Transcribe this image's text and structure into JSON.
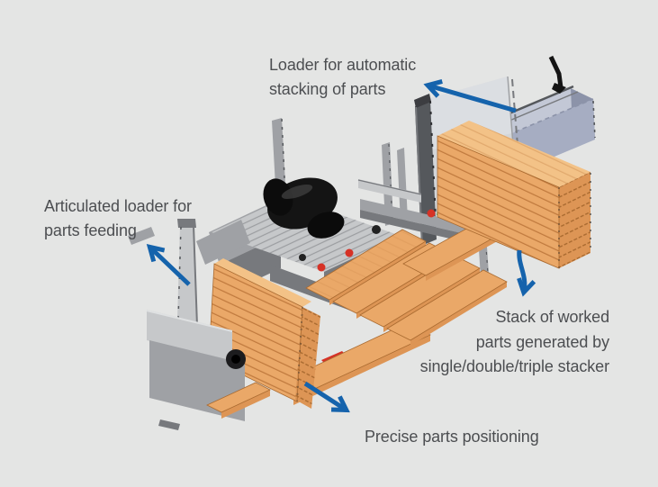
{
  "labels": {
    "loader_top": {
      "line1": "Loader for automatic",
      "line2": "stacking of parts"
    },
    "articulated": {
      "line1": "Articulated loader for",
      "line2": "parts feeding"
    },
    "stack_generated": {
      "line1": "Stack of worked",
      "line2": "parts generated by",
      "line3": "single/double/triple stacker"
    },
    "positioning": {
      "text": "Precise parts positioning"
    }
  },
  "colors": {
    "background": "#e4e5e4",
    "text": "#4c4e51",
    "arrow": "#1563ac",
    "wood": "#eaa868",
    "wood_top": "#f3c287",
    "wood_side": "#dd9555",
    "wood_line": "#c07a3e",
    "wood_dark": "#a96a30",
    "metal_light": "#c6c8ca",
    "metal_mid": "#9fa1a5",
    "metal_dark": "#77797d",
    "metal_deep": "#55585c",
    "panel": "#d3d6d9",
    "conveyor": "#a6adc2",
    "conveyor_top": "#c3c8d6",
    "conveyor_dark": "#8c93a9",
    "ink": "#141414",
    "red": "#d63226",
    "green": "#2f9e4e"
  }
}
